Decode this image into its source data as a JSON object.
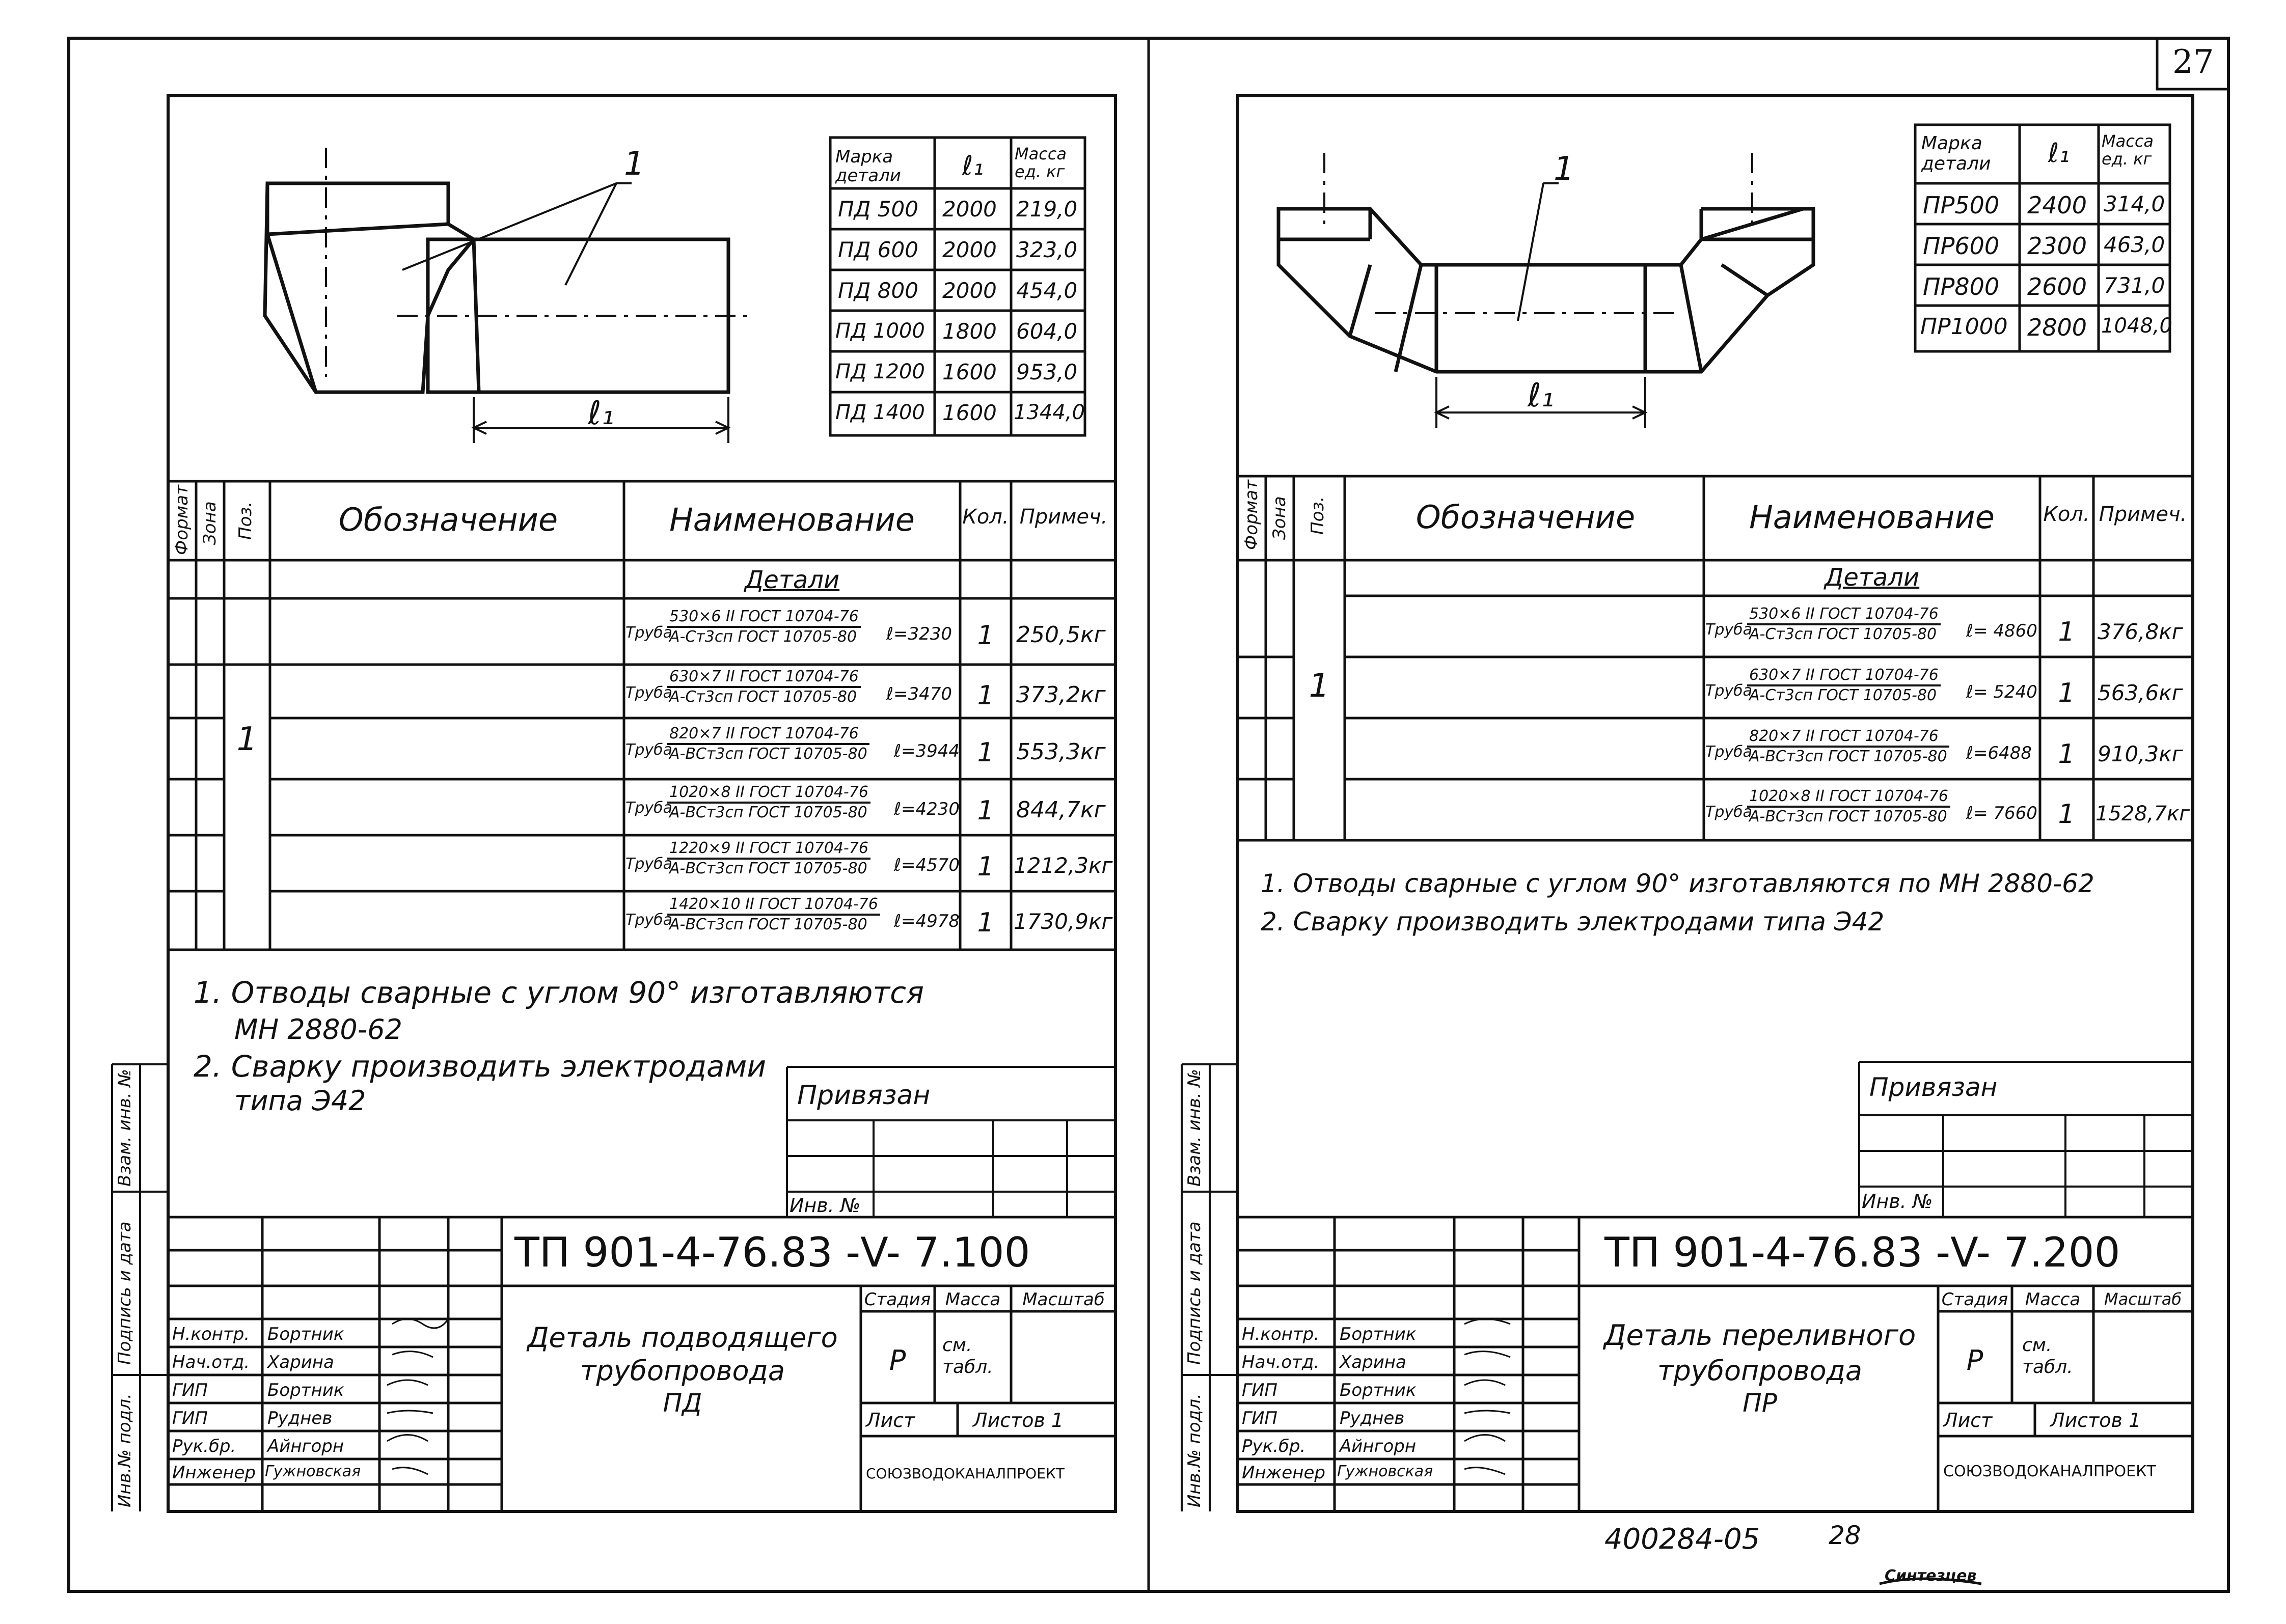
{
  "page_number": "27",
  "footer_code": "400284-05",
  "footer_page": "28",
  "footer_signature": "Синтезцев",
  "left": {
    "leader": "1",
    "dim_label": "ℓ₁",
    "mark_table": {
      "headers": [
        "Марка детали",
        "ℓ₁",
        "Масса ед. кг"
      ],
      "rows": [
        [
          "ПД 500",
          "2000",
          "219,0"
        ],
        [
          "ПД 600",
          "2000",
          "323,0"
        ],
        [
          "ПД 800",
          "2000",
          "454,0"
        ],
        [
          "ПД 1000",
          "1800",
          "604,0"
        ],
        [
          "ПД 1200",
          "1600",
          "953,0"
        ],
        [
          "ПД 1400",
          "1600",
          "1344,0"
        ]
      ]
    },
    "spec": {
      "col_format": "Формат",
      "col_zone": "Зона",
      "col_pos": "Поз.",
      "col_designation": "Обозначение",
      "col_name": "Наименование",
      "col_qty": "Кол.",
      "col_note": "Примеч.",
      "section": "Детали",
      "position": "1",
      "rows": [
        {
          "pre": "Труба",
          "num": "530×6 II ГОСТ 10704-76",
          "den": "А-Ст3сп ГОСТ 10705-80",
          "len": "ℓ=3230",
          "qty": "1",
          "note": "250,5кг"
        },
        {
          "pre": "Труба",
          "num": "630×7 II ГОСТ 10704-76",
          "den": "А-Ст3сп ГОСТ 10705-80",
          "len": "ℓ=3470",
          "qty": "1",
          "note": "373,2кг"
        },
        {
          "pre": "Труба",
          "num": "820×7 II ГОСТ 10704-76",
          "den": "А-ВСт3сп ГОСТ 10705-80",
          "len": "ℓ=3944",
          "qty": "1",
          "note": "553,3кг"
        },
        {
          "pre": "Труба",
          "num": "1020×8 II ГОСТ 10704-76",
          "den": "А-ВСт3сп ГОСТ 10705-80",
          "len": "ℓ=4230",
          "qty": "1",
          "note": "844,7кг"
        },
        {
          "pre": "Труба",
          "num": "1220×9 II ГОСТ 10704-76",
          "den": "А-ВСт3сп ГОСТ 10705-80",
          "len": "ℓ=4570",
          "qty": "1",
          "note": "1212,3кг"
        },
        {
          "pre": "Труба",
          "num": "1420×10 II ГОСТ 10704-76",
          "den": "А-ВСт3сп ГОСТ 10705-80",
          "len": "ℓ=4978",
          "qty": "1",
          "note": "1730,9кг"
        }
      ]
    },
    "notes": [
      "1. Отводы сварные с углом 90° изготавляются",
      "МН 2880-62",
      "2. Сварку производить электродами",
      "типа Э42"
    ],
    "privyazan": "Привязан",
    "inv_no": "Инв. №",
    "side_labels": [
      "Инв.№ подл.",
      "Подпись и дата",
      "Взам. инв. №"
    ],
    "doc_code": "ТП 901-4-76.83 -V- 7.100",
    "title_lines": [
      "Деталь подводящего",
      "трубопровода",
      "ПД"
    ],
    "stage_header": "Стадия",
    "mass_header": "Масса",
    "scale_header": "Масштаб",
    "stage": "Р",
    "mass": "см. табл.",
    "sheet": "Лист",
    "sheets": "Листов 1",
    "org": "СОЮЗВОДОКАНАЛПРОЕКТ",
    "signers": [
      {
        "role": "Н.контр.",
        "name": "Бортник"
      },
      {
        "role": "Нач.отд.",
        "name": "Харина"
      },
      {
        "role": "ГИП",
        "name": "Бортник"
      },
      {
        "role": "ГИП",
        "name": "Руднев"
      },
      {
        "role": "Рук.бр.",
        "name": "Айнгорн"
      },
      {
        "role": "Инженер",
        "name": "Гужновская"
      }
    ]
  },
  "right": {
    "leader": "1",
    "dim_label": "ℓ₁",
    "mark_table": {
      "headers": [
        "Марка детали",
        "ℓ₁",
        "Масса ед. кг"
      ],
      "rows": [
        [
          "ПР500",
          "2400",
          "314,0"
        ],
        [
          "ПР600",
          "2300",
          "463,0"
        ],
        [
          "ПР800",
          "2600",
          "731,0"
        ],
        [
          "ПР1000",
          "2800",
          "1048,0"
        ]
      ]
    },
    "spec": {
      "col_format": "Формат",
      "col_zone": "Зона",
      "col_pos": "Поз.",
      "col_designation": "Обозначение",
      "col_name": "Наименование",
      "col_qty": "Кол.",
      "col_note": "Примеч.",
      "section": "Детали",
      "position": "1",
      "rows": [
        {
          "pre": "Труба",
          "num": "530×6 II ГОСТ 10704-76",
          "den": "А-Ст3сп ГОСТ 10705-80",
          "len": "ℓ= 4860",
          "qty": "1",
          "note": "376,8кг"
        },
        {
          "pre": "Труба",
          "num": "630×7 II ГОСТ 10704-76",
          "den": "А-Ст3сп ГОСТ 10705-80",
          "len": "ℓ= 5240",
          "qty": "1",
          "note": "563,6кг"
        },
        {
          "pre": "Труба",
          "num": "820×7 II ГОСТ 10704-76",
          "den": "А-ВСт3сп ГОСТ 10705-80",
          "len": "ℓ=6488",
          "qty": "1",
          "note": "910,3кг"
        },
        {
          "pre": "Труба",
          "num": "1020×8 II ГОСТ 10704-76",
          "den": "А-ВСт3сп ГОСТ 10705-80",
          "len": "ℓ= 7660",
          "qty": "1",
          "note": "1528,7кг"
        }
      ]
    },
    "notes": [
      "1. Отводы сварные с углом 90° изготавляются по МН 2880-62",
      "2. Сварку производить электродами типа Э42"
    ],
    "privyazan": "Привязан",
    "inv_no": "Инв. №",
    "side_labels": [
      "Инв.№ подл.",
      "Подпись и дата",
      "Взам. инв. №"
    ],
    "doc_code": "ТП 901-4-76.83 -V- 7.200",
    "title_lines": [
      "Деталь переливного",
      "трубопровода",
      "ПР"
    ],
    "stage_header": "Стадия",
    "mass_header": "Масса",
    "scale_header": "Масштаб",
    "stage": "Р",
    "mass": "см. табл.",
    "sheet": "Лист",
    "sheets": "Листов 1",
    "org": "СОЮЗВОДОКАНАЛПРОЕКТ",
    "signers": [
      {
        "role": "Н.контр.",
        "name": "Бортник"
      },
      {
        "role": "Нач.отд.",
        "name": "Харина"
      },
      {
        "role": "ГИП",
        "name": "Бортник"
      },
      {
        "role": "ГИП",
        "name": "Руднев"
      },
      {
        "role": "Рук.бр.",
        "name": "Айнгорн"
      },
      {
        "role": "Инженер",
        "name": "Гужновская"
      }
    ]
  }
}
